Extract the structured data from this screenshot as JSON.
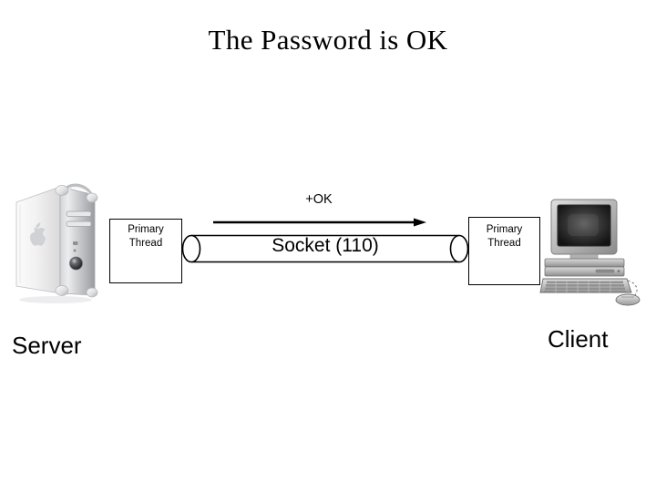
{
  "slide": {
    "title": "The Password is OK",
    "background_color": "#ffffff",
    "ink_color": "#000000"
  },
  "server_side": {
    "caption": "Server",
    "device_icon": "tower-computer-icon",
    "thread_box": {
      "line1": "Primary",
      "line2": "Thread"
    }
  },
  "client_side": {
    "caption": "Client",
    "device_icon": "desktop-computer-icon",
    "thread_box": {
      "line1": "Primary",
      "line2": "Thread"
    }
  },
  "connection": {
    "socket_label": "Socket (110)",
    "socket_icon": "cylinder-pipe-icon",
    "message": {
      "label": "+OK",
      "direction": "server-to-client",
      "arrow_icon": "arrow-right-icon"
    }
  }
}
